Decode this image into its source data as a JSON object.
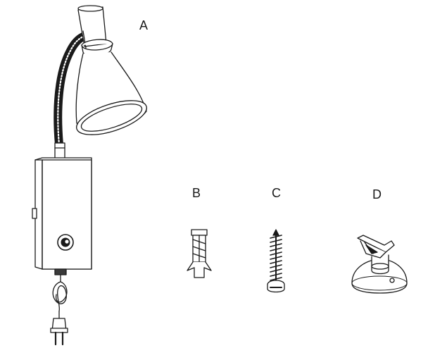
{
  "parts": [
    {
      "id": "A",
      "label": "A",
      "item": "wall-lamp-icon"
    },
    {
      "id": "B",
      "label": "B",
      "item": "wall-plug-icon"
    },
    {
      "id": "C",
      "label": "C",
      "item": "screw-icon"
    },
    {
      "id": "D",
      "label": "D",
      "item": "suction-cup-holder-icon"
    }
  ],
  "colors": {
    "line": "#1a1a1a",
    "fill": "#ffffff",
    "shade": "#3a3a3a"
  }
}
